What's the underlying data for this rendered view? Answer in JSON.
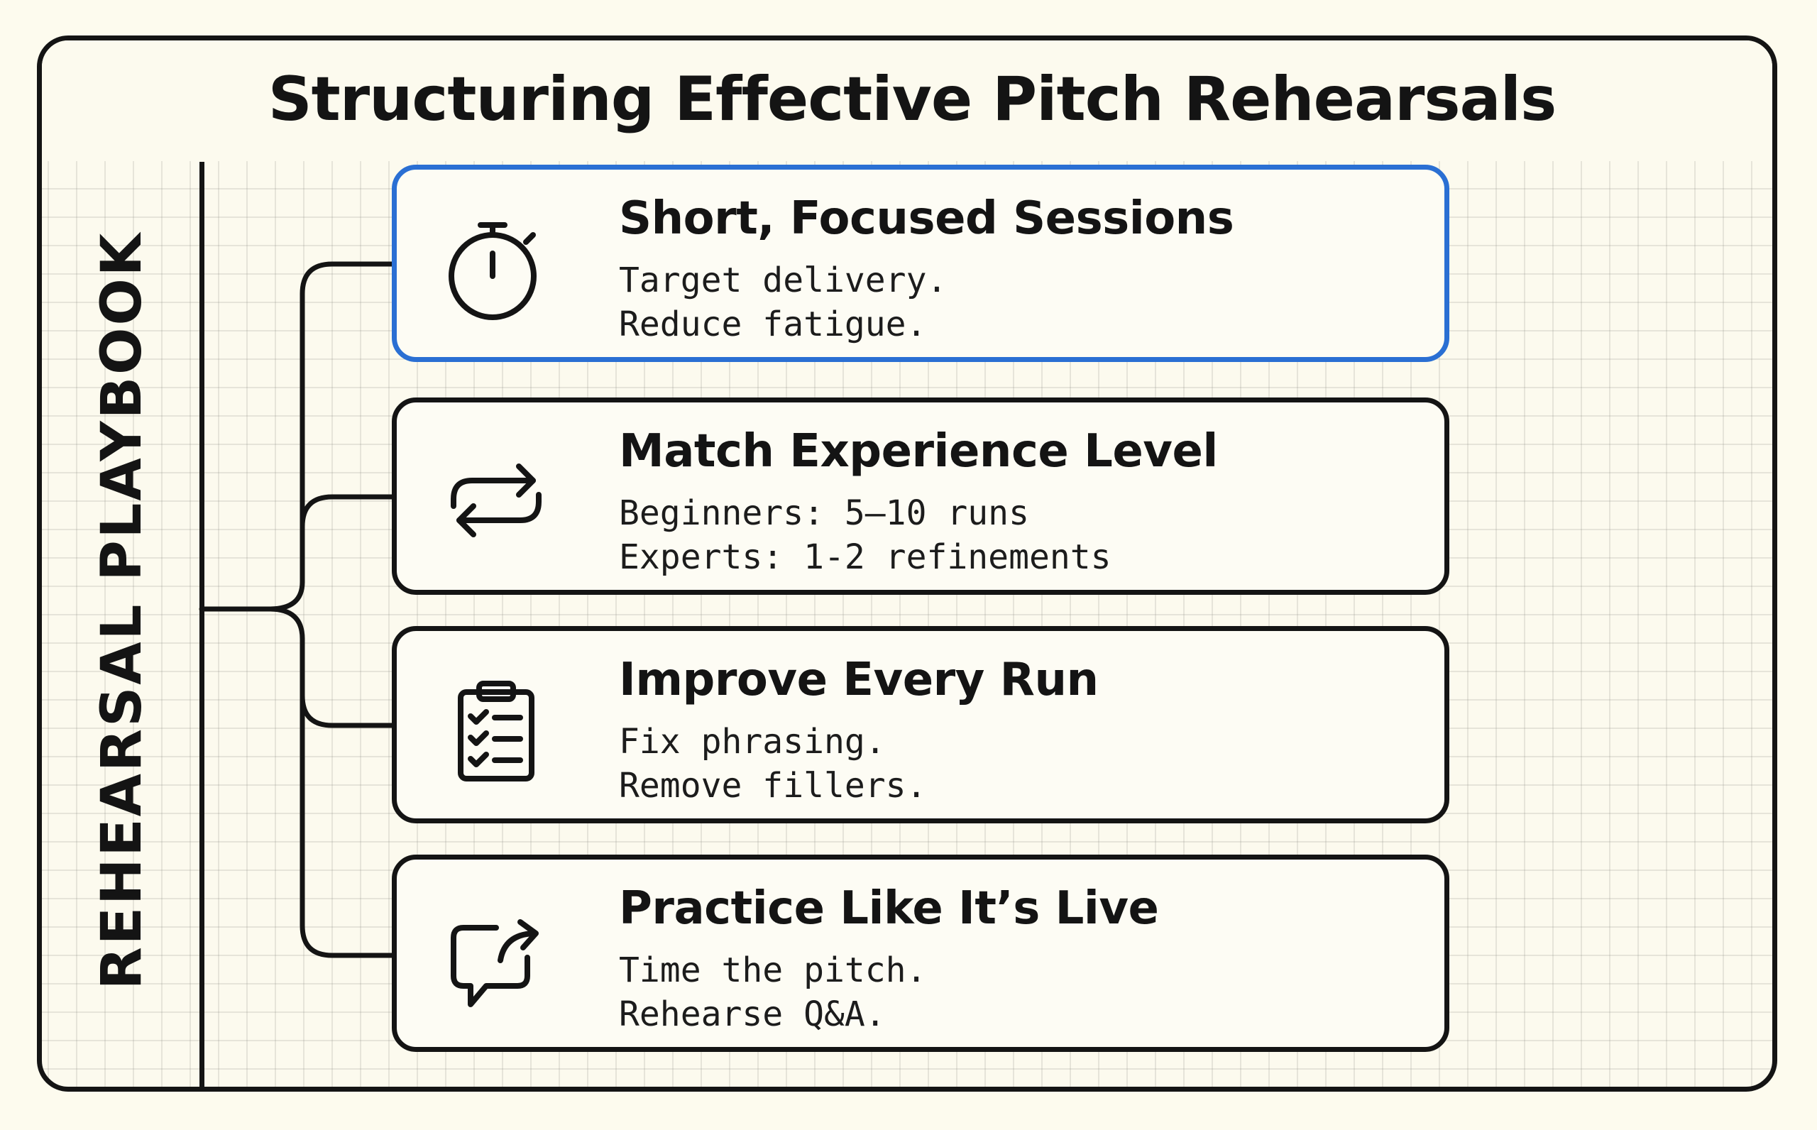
{
  "title": "Structuring Effective Pitch Rehearsals",
  "side_label": "REHEARSAL PLAYBOOK",
  "colors": {
    "background": "#fdfbee",
    "ink": "#141414",
    "highlight_border": "#2a6fd3",
    "grid": "#d8d6c8"
  },
  "cards": [
    {
      "title": "Short, Focused Sessions",
      "line1": "Target delivery.",
      "line2": "Reduce fatigue.",
      "icon": "stopwatch-icon",
      "highlighted": true
    },
    {
      "title": "Match Experience Level",
      "line1": "Beginners: 5–10 runs",
      "line2": "Experts: 1-2 refinements",
      "icon": "repeat-arrows-icon",
      "highlighted": false
    },
    {
      "title": "Improve Every Run",
      "line1": "Fix phrasing.",
      "line2": "Remove fillers.",
      "icon": "checklist-clipboard-icon",
      "highlighted": false
    },
    {
      "title": "Practice Like It’s Live",
      "line1": "Time the pitch.",
      "line2": "Rehearse Q&A.",
      "icon": "speech-bubble-share-icon",
      "highlighted": false
    }
  ]
}
